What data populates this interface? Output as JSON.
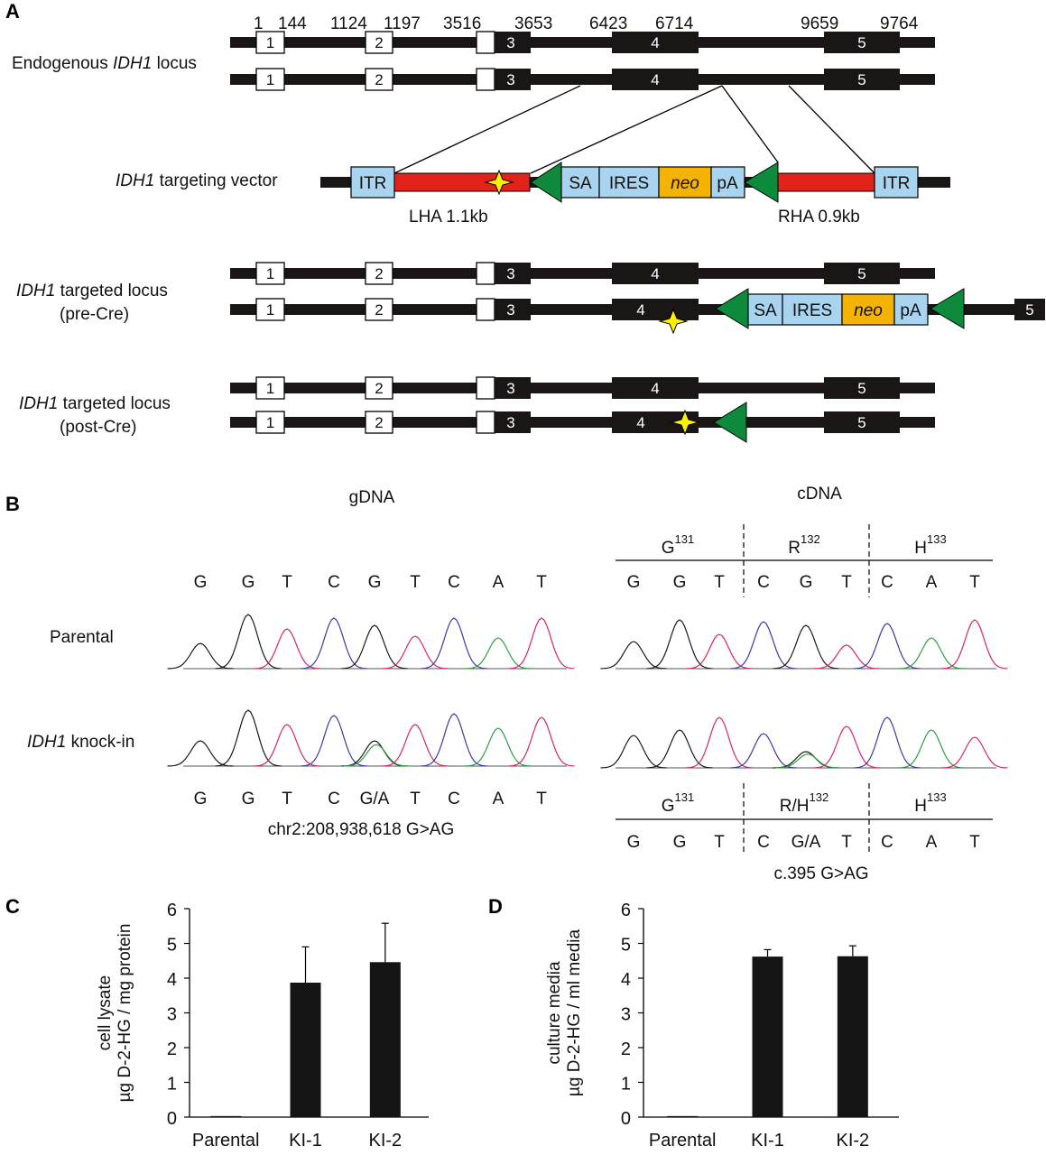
{
  "panels": {
    "a": "A",
    "b": "B",
    "c": "C",
    "d": "D"
  },
  "panel_a": {
    "coords": [
      "1",
      "144",
      "1124",
      "1197",
      "3516",
      "3653",
      "6423",
      "6714",
      "9659",
      "9764"
    ],
    "row_labels": {
      "endogenous": {
        "gene": "IDH1",
        "pre": "Endogenous ",
        "post": " locus"
      },
      "vector": {
        "gene": "IDH1",
        "post": " targeting vector"
      },
      "pre_cre": {
        "gene": "IDH1",
        "post": " targeted locus",
        "line2": "(pre-Cre)"
      },
      "post_cre": {
        "gene": "IDH1",
        "post": " targeted locus",
        "line2": "(post-Cre)"
      }
    },
    "exons": [
      "1",
      "2",
      "3",
      "4",
      "5"
    ],
    "cassette": {
      "itr": "ITR",
      "sa": "SA",
      "ires": "IRES",
      "neo": "neo",
      "pa": "pA"
    },
    "arms": {
      "lha": "LHA 1.1kb",
      "rha": "RHA 0.9kb"
    },
    "colors": {
      "backbone": "#1a1616",
      "arm": "#e2231a",
      "itr": "#a9d4ef",
      "neo": "#f4b300",
      "lox": "#0e8a3c",
      "star": "#fff200"
    }
  },
  "panel_b": {
    "gdna_title": "gDNA",
    "cdna_title": "cDNA",
    "parental": "Parental",
    "knockin": {
      "gene": "IDH1",
      "post": " knock-in"
    },
    "gdna_top": [
      "G",
      "G",
      "T",
      "C",
      "G",
      "T",
      "C",
      "A",
      "T"
    ],
    "gdna_bottom": [
      "G",
      "G",
      "T",
      "C",
      "G/A",
      "T",
      "C",
      "A",
      "T"
    ],
    "gdna_note": "chr2:208,938,618 G>AG",
    "cdna_codons_top": [
      {
        "aa": "G",
        "pos": "131"
      },
      {
        "aa": "R",
        "pos": "132"
      },
      {
        "aa": "H",
        "pos": "133"
      }
    ],
    "cdna_codons_bottom": [
      {
        "aa": "G",
        "pos": "131"
      },
      {
        "aa": "R/H",
        "pos": "132"
      },
      {
        "aa": "H",
        "pos": "133"
      }
    ],
    "cdna_top": [
      "G",
      "G",
      "T",
      "C",
      "G",
      "T",
      "C",
      "A",
      "T"
    ],
    "cdna_bottom": [
      "G",
      "G",
      "T",
      "C",
      "G/A",
      "T",
      "C",
      "A",
      "T"
    ],
    "cdna_note": "c.395 G>AG",
    "trace_colors": {
      "G": "#1a1a1a",
      "A": "#2e9e44",
      "T": "#d4266e",
      "C": "#3a3aa8"
    }
  },
  "chart_data": [
    {
      "type": "bar",
      "panel": "C",
      "categories": [
        "Parental",
        "KI-1",
        "KI-2"
      ],
      "values": [
        0.03,
        3.87,
        4.46
      ],
      "errors": [
        0.0,
        1.03,
        1.12
      ],
      "ylabel_line1": "cell lysate",
      "ylabel_line2": "µg D-2-HG / mg protein",
      "ylim": [
        0,
        6
      ],
      "yticks": [
        0,
        1,
        2,
        3,
        4,
        5,
        6
      ],
      "bar_color": "#141414"
    },
    {
      "type": "bar",
      "panel": "D",
      "categories": [
        "Parental",
        "KI-1",
        "KI-2"
      ],
      "values": [
        0.03,
        4.62,
        4.63
      ],
      "errors": [
        0.0,
        0.2,
        0.3
      ],
      "ylabel_line1": "culture media",
      "ylabel_line2": "µg D-2-HG / ml media",
      "ylim": [
        0,
        6
      ],
      "yticks": [
        0,
        1,
        2,
        3,
        4,
        5,
        6
      ],
      "bar_color": "#141414"
    }
  ]
}
